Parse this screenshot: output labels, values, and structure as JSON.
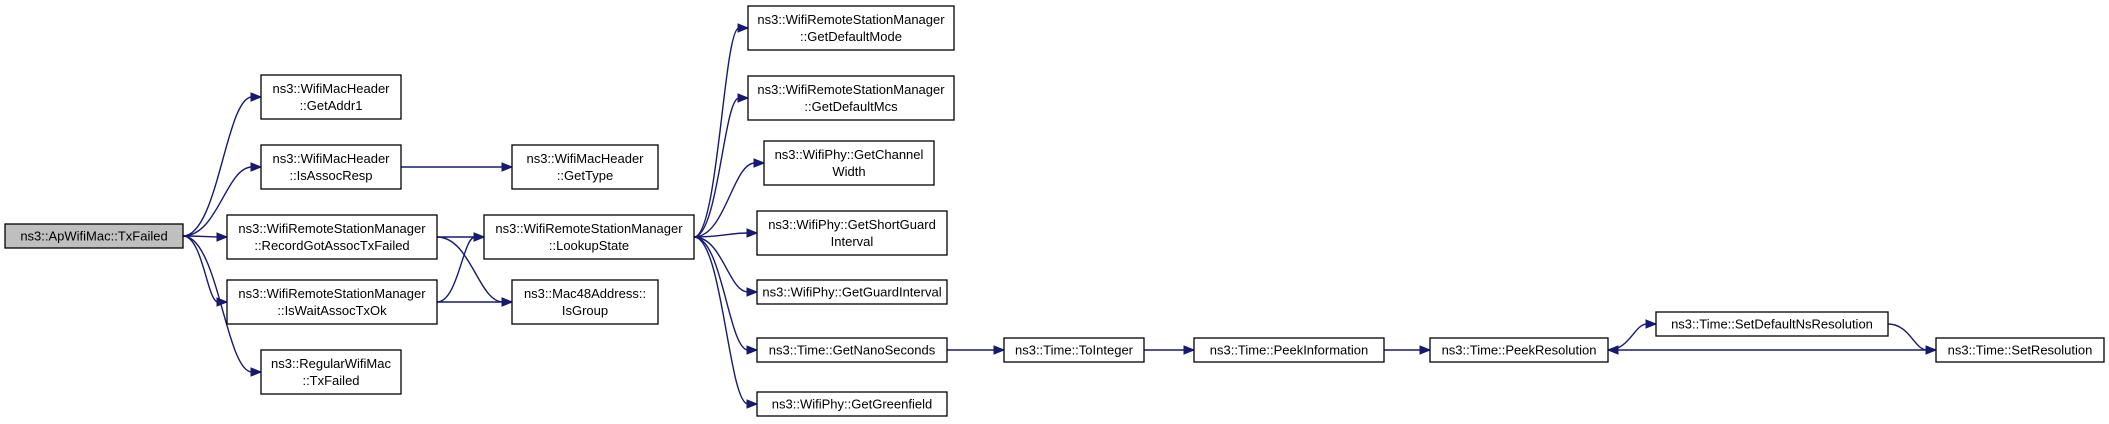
{
  "colors": {
    "edge": "#191970",
    "node_border": "#000000",
    "root_fill": "#bfbfbf",
    "node_fill": "#ffffff"
  },
  "nodes": [
    {
      "id": "n0",
      "lines": [
        "ns3::ApWifiMac::TxFailed"
      ],
      "root": true
    },
    {
      "id": "n1",
      "lines": [
        "ns3::WifiMacHeader",
        "::GetAddr1"
      ]
    },
    {
      "id": "n2",
      "lines": [
        "ns3::WifiMacHeader",
        "::IsAssocResp"
      ]
    },
    {
      "id": "n3",
      "lines": [
        "ns3::WifiRemoteStationManager",
        "::RecordGotAssocTxFailed"
      ]
    },
    {
      "id": "n4",
      "lines": [
        "ns3::WifiRemoteStationManager",
        "::IsWaitAssocTxOk"
      ]
    },
    {
      "id": "n5",
      "lines": [
        "ns3::RegularWifiMac",
        "::TxFailed"
      ]
    },
    {
      "id": "n6",
      "lines": [
        "ns3::WifiMacHeader",
        "::GetType"
      ]
    },
    {
      "id": "n7",
      "lines": [
        "ns3::WifiRemoteStationManager",
        "::LookupState"
      ]
    },
    {
      "id": "n8",
      "lines": [
        "ns3::Mac48Address::",
        "IsGroup"
      ]
    },
    {
      "id": "n9",
      "lines": [
        "ns3::WifiRemoteStationManager",
        "::GetDefaultMode"
      ]
    },
    {
      "id": "n10",
      "lines": [
        "ns3::WifiRemoteStationManager",
        "::GetDefaultMcs"
      ]
    },
    {
      "id": "n11",
      "lines": [
        "ns3::WifiPhy::GetChannel",
        "Width"
      ]
    },
    {
      "id": "n12",
      "lines": [
        "ns3::WifiPhy::GetShortGuard",
        "Interval"
      ]
    },
    {
      "id": "n13",
      "lines": [
        "ns3::WifiPhy::GetGuardInterval"
      ]
    },
    {
      "id": "n14",
      "lines": [
        "ns3::Time::GetNanoSeconds"
      ]
    },
    {
      "id": "n15",
      "lines": [
        "ns3::WifiPhy::GetGreenfield"
      ]
    },
    {
      "id": "n16",
      "lines": [
        "ns3::Time::ToInteger"
      ]
    },
    {
      "id": "n17",
      "lines": [
        "ns3::Time::PeekInformation"
      ]
    },
    {
      "id": "n18",
      "lines": [
        "ns3::Time::PeekResolution"
      ]
    },
    {
      "id": "n19",
      "lines": [
        "ns3::Time::SetDefaultNsResolution"
      ]
    },
    {
      "id": "n20",
      "lines": [
        "ns3::Time::SetResolution"
      ]
    }
  ],
  "edges": [
    {
      "from": "n0",
      "to": "n1"
    },
    {
      "from": "n0",
      "to": "n2"
    },
    {
      "from": "n0",
      "to": "n3"
    },
    {
      "from": "n0",
      "to": "n4"
    },
    {
      "from": "n0",
      "to": "n5"
    },
    {
      "from": "n2",
      "to": "n6"
    },
    {
      "from": "n3",
      "to": "n7"
    },
    {
      "from": "n3",
      "to": "n8"
    },
    {
      "from": "n4",
      "to": "n7"
    },
    {
      "from": "n4",
      "to": "n8"
    },
    {
      "from": "n7",
      "to": "n9"
    },
    {
      "from": "n7",
      "to": "n10"
    },
    {
      "from": "n7",
      "to": "n11"
    },
    {
      "from": "n7",
      "to": "n12"
    },
    {
      "from": "n7",
      "to": "n13"
    },
    {
      "from": "n7",
      "to": "n14"
    },
    {
      "from": "n7",
      "to": "n15"
    },
    {
      "from": "n14",
      "to": "n16"
    },
    {
      "from": "n16",
      "to": "n17"
    },
    {
      "from": "n17",
      "to": "n18"
    },
    {
      "from": "n18",
      "to": "n19"
    },
    {
      "from": "n19",
      "to": "n20"
    },
    {
      "from": "n20",
      "to": "n18"
    }
  ]
}
